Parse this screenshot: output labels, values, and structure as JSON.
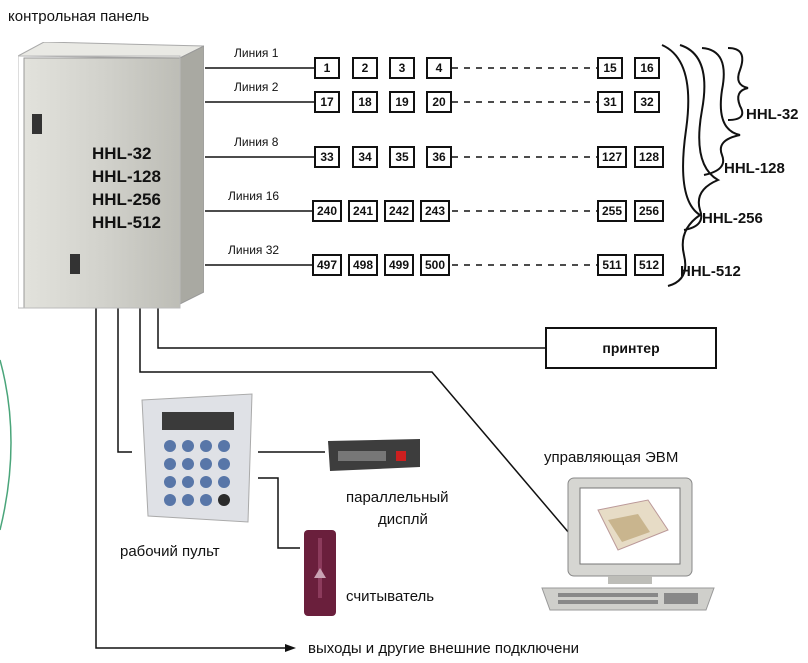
{
  "panel": {
    "caption": "контрольная панель",
    "models": [
      "HHL-32",
      "HHL-128",
      "HHL-256",
      "HHL-512"
    ]
  },
  "lines": [
    {
      "label": "Линия 1",
      "nodes": [
        "1",
        "2",
        "3",
        "4"
      ],
      "tail": [
        "15",
        "16"
      ]
    },
    {
      "label": "Линия 2",
      "nodes": [
        "17",
        "18",
        "19",
        "20"
      ],
      "tail": [
        "31",
        "32"
      ]
    },
    {
      "label": "Линия 8",
      "nodes": [
        "33",
        "34",
        "35",
        "36"
      ],
      "tail": [
        "127",
        "128"
      ]
    },
    {
      "label": "Линия 16",
      "nodes": [
        "240",
        "241",
        "242",
        "243"
      ],
      "tail": [
        "255",
        "256"
      ]
    },
    {
      "label": "Линия 32",
      "nodes": [
        "497",
        "498",
        "499",
        "500"
      ],
      "tail": [
        "511",
        "512"
      ]
    }
  ],
  "groups": [
    "HHL-32",
    "HHL-128",
    "HHL-256",
    "HHL-512"
  ],
  "devices": {
    "printer": "принтер",
    "computer": "управляющая ЭВМ",
    "display_line1": "параллельный",
    "display_line2": "дисплй",
    "console": "рабочий пульт",
    "reader": "считыватель",
    "outputs": "выходы и другие внешние подключени"
  }
}
